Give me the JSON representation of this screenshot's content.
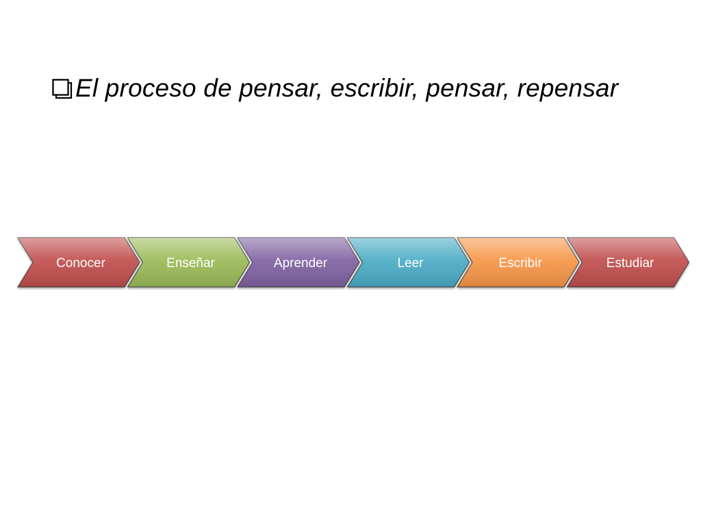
{
  "slide": {
    "title": "El proceso de pensar, escribir, pensar, repensar",
    "bullet_icon": "checkbox-bullet-icon"
  },
  "process": {
    "steps": [
      {
        "label": "Conocer",
        "color": "#C0504D"
      },
      {
        "label": "Enseñar",
        "color": "#9BBB59"
      },
      {
        "label": "Aprender",
        "color": "#8064A2"
      },
      {
        "label": "Leer",
        "color": "#4BACC6"
      },
      {
        "label": "Escribir",
        "color": "#F79646"
      },
      {
        "label": "Estudiar",
        "color": "#C0504D"
      }
    ]
  }
}
